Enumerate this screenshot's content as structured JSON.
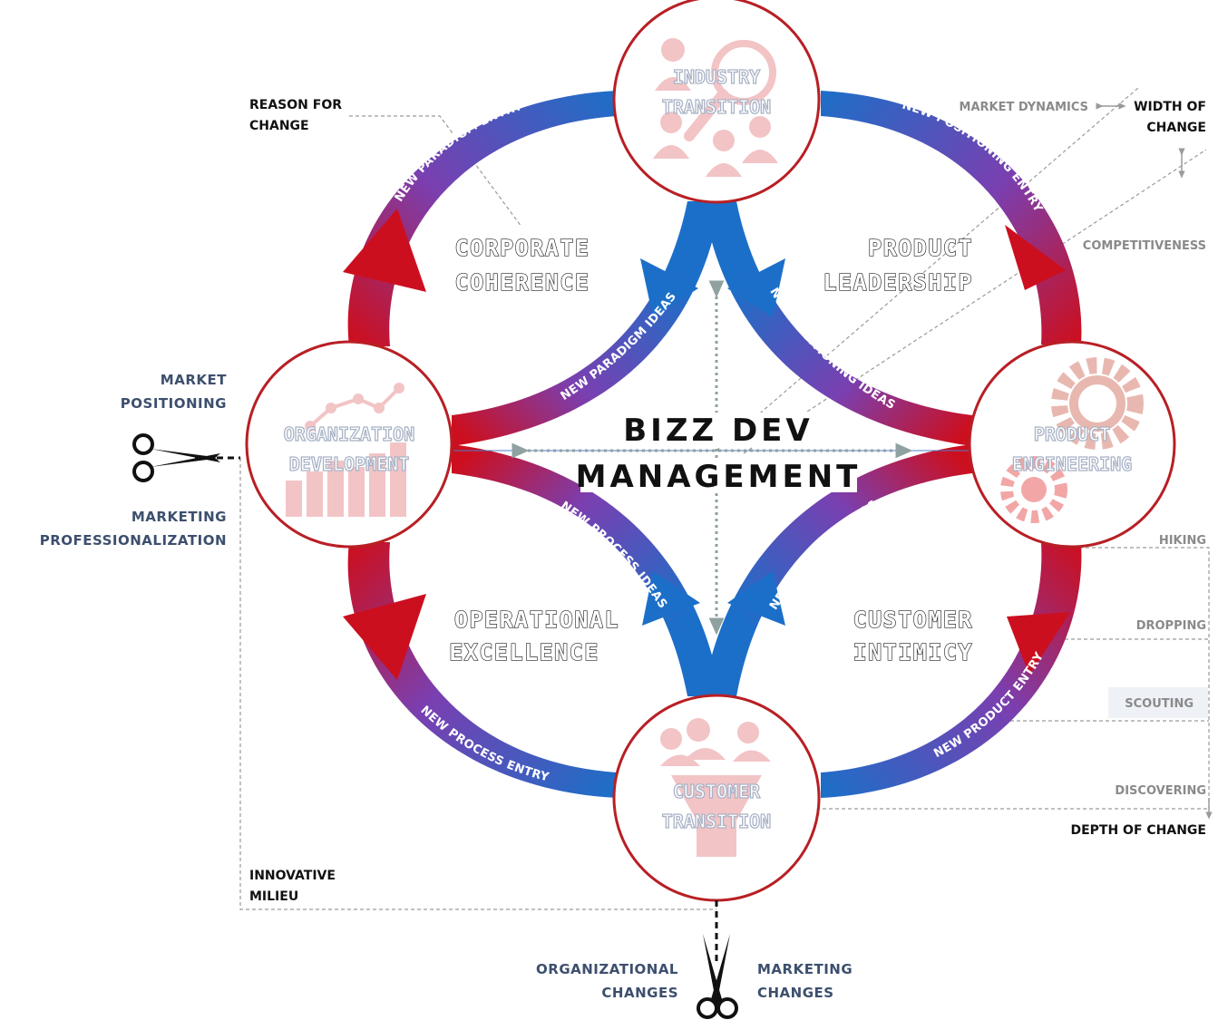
{
  "center": {
    "line1": "BIZZ DEV",
    "line2": "MANAGEMENT"
  },
  "nodes": {
    "top": [
      "INDUSTRY",
      "TRANSITION"
    ],
    "left": [
      "ORGANIZATION",
      "DEVELOPMENT"
    ],
    "right": [
      "PRODUCT",
      "ENGINEERING"
    ],
    "bottom": [
      "CUSTOMER",
      "TRANSITION"
    ]
  },
  "quadrants": {
    "top_left": [
      "CORPORATE",
      "COHERENCE"
    ],
    "top_right": [
      "PRODUCT",
      "LEADERSHIP"
    ],
    "bottom_left": [
      "OPERATIONAL",
      "EXCELLENCE"
    ],
    "bottom_right": [
      "CUSTOMER",
      "INTIMICY"
    ]
  },
  "outer_band_labels": {
    "top_left": "NEW PARADIGM ENTRY",
    "top_right": "NEW POSITIONING ENTRY",
    "bottom_left": "NEW PROCESS ENTRY",
    "bottom_right": "NEW PRODUCT ENTRY"
  },
  "inner_band_labels": {
    "top_left": "NEW PARADIGM IDEAS",
    "top_right": "NEW POSITIONING IDEAS",
    "bottom_left": "NEW PROCESS IDEAS",
    "bottom_right": "NEW PRODUCT IDEAS"
  },
  "annotations": {
    "reason_for_change": [
      "REASON FOR",
      "CHANGE"
    ],
    "innovative_milieu": [
      "INNOVATIVE",
      "MILIEU"
    ],
    "market_positioning": [
      "MARKET",
      "POSITIONING"
    ],
    "marketing_professionalization": [
      "MARKETING",
      "PROFESSIONALIZATION"
    ],
    "organizational_changes": [
      "ORGANIZATIONAL",
      "CHANGES"
    ],
    "marketing_changes": [
      "MARKETING",
      "CHANGES"
    ],
    "market_dynamics": "MARKET DYNAMICS",
    "width_of_change": [
      "WIDTH OF",
      "CHANGE"
    ],
    "competitiveness": "COMPETITIVENESS",
    "hiking": "HIKING",
    "dropping": "DROPPING",
    "scouting": "SCOUTING",
    "discovering": "DISCOVERING",
    "depth_of_change": "DEPTH OF CHANGE"
  },
  "colors": {
    "red": "#cc0f1f",
    "blue": "#1c6fc8",
    "purple": "#7a3fb0",
    "node_border": "#b81f24",
    "navy_text": "#3d4f6e",
    "gray_text": "#8a8a8a",
    "icon_pink": "#f2c4c6"
  },
  "icons": [
    "scissors-icon",
    "magnifier-people-icon",
    "bar-chart-icon",
    "gears-icon",
    "customer-funnel-icon"
  ]
}
